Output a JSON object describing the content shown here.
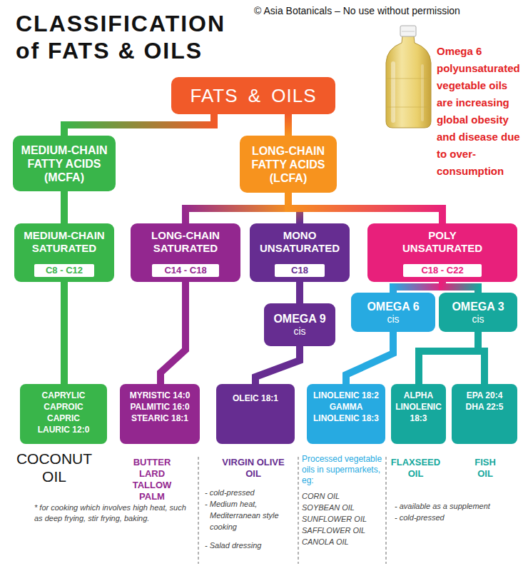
{
  "diagram": {
    "title": "CLASSIFICATION of FATS & OILS",
    "nodes": [
      {
        "text": [
          "FATS & OILS"
        ]
      },
      {
        "text": [
          "MEDIUM-CHAIN FATTY ACIDS (MCFA)"
        ]
      },
      {
        "text": [
          "LONG-CHAIN FATTY ACIDS (LCFA)"
        ]
      },
      {
        "text": [
          "MEDIUM-CHAIN SATURATED"
        ]
      },
      {
        "text": [
          "C8 - C12"
        ],
        "in": 3
      },
      {
        "text": [
          "LONG-CHAIN SATURATED"
        ]
      },
      {
        "text": [
          "C14 - C18"
        ],
        "in": 5
      },
      {
        "text": [
          "MONO UNSATURATED"
        ]
      },
      {
        "text": [
          "C18"
        ],
        "in": 7
      },
      {
        "text": [
          "POLY UNSATURATED"
        ]
      },
      {
        "text": [
          "C18 - C22"
        ],
        "in": 9
      },
      {
        "text": [
          "OMEGA 9",
          "cis"
        ]
      },
      {
        "text": [
          "OMEGA 6",
          "cis"
        ]
      },
      {
        "text": [
          "OMEGA 3",
          "cis"
        ]
      },
      {
        "text": [
          "CAPRYLIC CAPROIC CAPRIC LAURIC 12:0"
        ]
      },
      {
        "text": [
          "MYRISTIC 14:0 PALMITIC 16:0 STEARIC 18:1"
        ]
      },
      {
        "text": [
          "OLEIC 18:1"
        ]
      },
      {
        "text": [
          "LINOLENIC 18:2 GAMMA LINOLENIC 18:3"
        ]
      },
      {
        "text": [
          "ALPHA LINOLENIC 18:3"
        ]
      },
      {
        "text": [
          "EPA 20:4 DHA 22:5"
        ]
      }
    ],
    "edges": [
      {
        "from": 0,
        "to": 1,
        "arrow": "none"
      },
      {
        "from": 0,
        "to": 2,
        "arrow": "none"
      },
      {
        "from": 1,
        "to": 3,
        "arrow": "none"
      },
      {
        "from": 2,
        "to": 5,
        "arrow": "none"
      },
      {
        "from": 2,
        "to": 7,
        "arrow": "none"
      },
      {
        "from": 2,
        "to": 9,
        "arrow": "none"
      },
      {
        "from": 3,
        "to": 14,
        "arrow": "none"
      },
      {
        "from": 5,
        "to": 15,
        "arrow": "none"
      },
      {
        "from": 7,
        "to": 11,
        "arrow": "none"
      },
      {
        "from": 9,
        "to": 12,
        "arrow": "none"
      },
      {
        "from": 9,
        "to": 13,
        "arrow": "none"
      },
      {
        "from": 11,
        "to": 16,
        "arrow": "none"
      },
      {
        "from": 12,
        "to": 17,
        "arrow": "none"
      },
      {
        "from": 13,
        "to": 18,
        "arrow": "none"
      },
      {
        "from": 13,
        "to": 19,
        "arrow": "none"
      }
    ],
    "labels": [
      "© Asia Botanicals – No use without permission",
      "Omega 6 polyunsaturated vegetable oils are increasing global obesity and disease due to over-consumption",
      "COCONUT OIL",
      "* for cooking which involves high heat, such as deep frying, stir frying, baking.",
      "BUTTER LARD TALLOW PALM",
      "VIRGIN OLIVE OIL",
      "- cold-pressed",
      "- Medium heat, Mediterranean style cooking",
      "- Salad dressing",
      "Processed vegetable oils in supermarkets, eg:",
      "CORN OIL",
      "SOYBEAN OIL",
      "SUNFLOWER OIL",
      "SAFFLOWER OIL",
      "CANOLA OIL",
      "FLAXSEED OIL",
      "FISH OIL",
      "- available as a supplement",
      "- cold-pressed"
    ]
  }
}
